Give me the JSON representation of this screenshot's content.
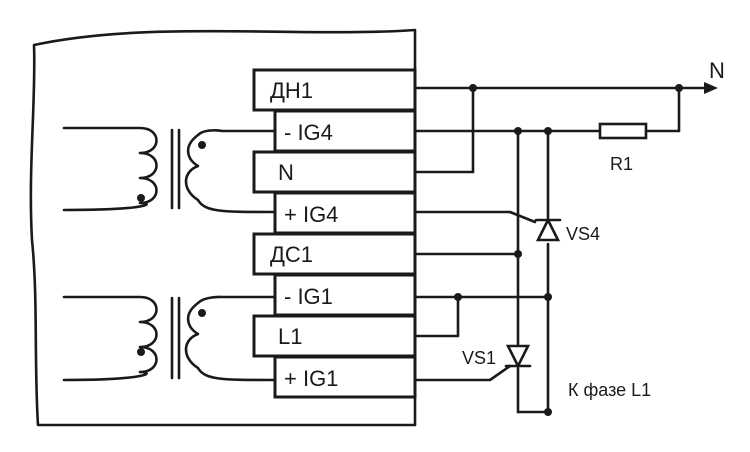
{
  "terminals": [
    "ДН1",
    "- IG4",
    "N",
    "+ IG4",
    "ДС1",
    "- IG1",
    "L1",
    "+ IG1"
  ],
  "labels": {
    "neutral": "N",
    "resistor": "R1",
    "thyristor_top": "VS4",
    "thyristor_bottom": "VS1",
    "phase": "К фазе L1"
  },
  "colors": {
    "line": "#1a1a1a",
    "background": "#ffffff"
  }
}
